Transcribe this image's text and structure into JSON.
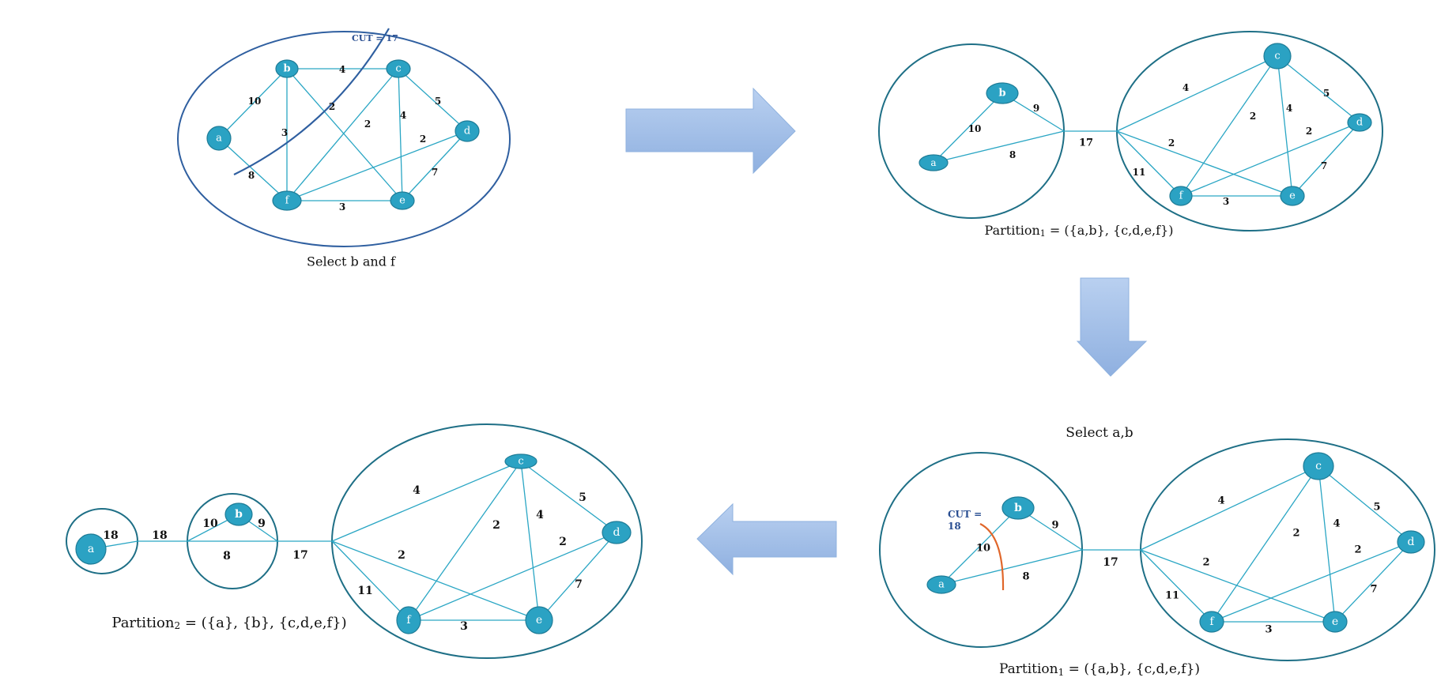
{
  "panel1": {
    "nodes": {
      "a": "a",
      "b": "b",
      "c": "c",
      "d": "d",
      "e": "e",
      "f": "f"
    },
    "weights": {
      "ab": "10",
      "bc": "4",
      "bf": "3",
      "be": "2",
      "cf": "2",
      "ce": "4",
      "cd": "5",
      "df": "2",
      "de": "7",
      "af": "8",
      "fe": "3"
    },
    "cut_label": "CUT = 17",
    "caption": "Select b and f"
  },
  "panel2": {
    "nodes": {
      "a": "a",
      "b": "b",
      "c": "c",
      "d": "d",
      "e": "e",
      "f": "f"
    },
    "weights": {
      "ab": "10",
      "b_out": "9",
      "a_out": "8",
      "link": "17",
      "c_in": "4",
      "cd": "5",
      "cf": "2",
      "ce": "4",
      "df": "2",
      "x_e": "2",
      "de": "7",
      "f_in": "11",
      "fe": "3"
    },
    "caption_base": "Partition",
    "caption_sub": "1",
    "caption_rest": " = ({a,b}, {c,d,e,f})"
  },
  "step_label": "Select a,b",
  "panel3": {
    "nodes": {
      "a": "a",
      "b": "b",
      "c": "c",
      "d": "d",
      "e": "e",
      "f": "f"
    },
    "weights": {
      "ab": "10",
      "b_out": "9",
      "a_out": "8",
      "link": "17",
      "c_in": "4",
      "cd": "5",
      "cf": "2",
      "ce": "4",
      "df": "2",
      "x_e": "2",
      "de": "7",
      "f_in": "11",
      "fe": "3"
    },
    "cut_label_line1": "CUT =",
    "cut_label_line2": "18",
    "caption_base": "Partition",
    "caption_sub": "1",
    "caption_rest": " = ({a,b}, {c,d,e,f})"
  },
  "panel4": {
    "nodes": {
      "a": "a",
      "b": "b",
      "c": "c",
      "d": "d",
      "e": "e",
      "f": "f"
    },
    "weights": {
      "a_in": "18",
      "a_b": "18",
      "b_left": "10",
      "b_right": "9",
      "b_bottom": "8",
      "link": "17",
      "c_in": "4",
      "cd": "5",
      "cf": "2",
      "ce": "4",
      "df": "2",
      "x_e": "2",
      "de": "7",
      "f_in": "11",
      "fe": "3"
    },
    "caption_base": "Partition",
    "caption_sub": "2",
    "caption_rest": " = ({a}, {b}, {c,d,e,f})"
  },
  "colors": {
    "node": "#2ba2c3",
    "edge": "#2aa6c4",
    "ellipse": "#1e6f86",
    "cut_line": "#2f5fa0",
    "cut_line_2": "#e0662a",
    "arrow": "#a9c4ea"
  }
}
